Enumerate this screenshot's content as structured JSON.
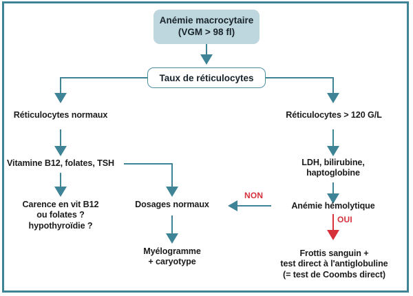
{
  "diagram": {
    "title_box": {
      "text": "Anémie macrocytaire\n(VGM > 98 fl)",
      "fill": "#bed6dd"
    },
    "decision_box": {
      "text": "Taux de réticulocytes",
      "border": "#4b8c9c"
    },
    "left_branch": {
      "step1": "Réticulocytes normaux",
      "step2": "Vitamine B12, folates, TSH",
      "outcome": "Carence en vit B12\nou folates ?\nhypothyroïdie ?"
    },
    "middle_branch": {
      "step1": "Dosages normaux",
      "outcome": "Myélogramme\n+ caryotype"
    },
    "right_branch": {
      "step1": "Réticulocytes > 120 G/L",
      "step2": "LDH, bilirubine,\nhaptoglobine",
      "step3": "Anémie hémolytique",
      "outcome": "Frottis sanguin +\ntest direct à l'antiglobuline\n(= test de Coombs direct)"
    },
    "edge_labels": {
      "no": "NON",
      "yes": "OUI"
    },
    "colors": {
      "teal": "#3e8496",
      "red": "#d6313a",
      "box_fill": "#bed6dd",
      "text": "#1b1b1b"
    }
  }
}
